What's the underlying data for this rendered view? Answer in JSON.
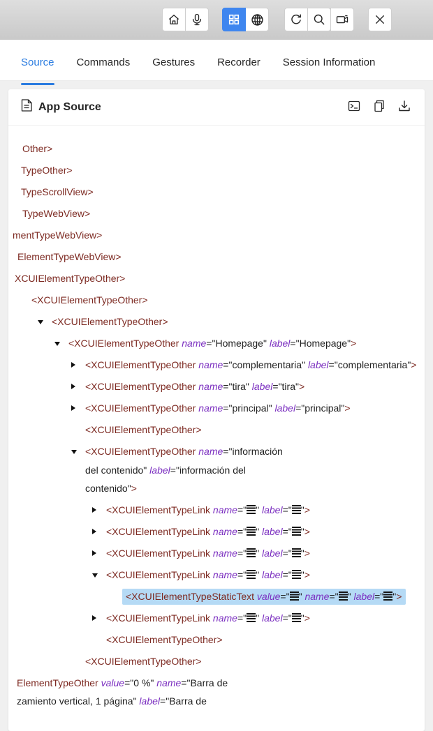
{
  "colors": {
    "accent": "#3f86ef",
    "tabblue": "#2b7ce0",
    "tag": "#7d2a22",
    "attr": "#7b2fc0",
    "highlight": "#b5daf5"
  },
  "toolbar": {
    "buttons": [
      "home",
      "microphone",
      "native-app-mode",
      "web-mode",
      "refresh",
      "search",
      "video-camera",
      "close"
    ],
    "active_button": "native-app-mode"
  },
  "tabs": {
    "items": [
      {
        "label": "Source",
        "active": true
      },
      {
        "label": "Commands",
        "active": false
      },
      {
        "label": "Gestures",
        "active": false
      },
      {
        "label": "Recorder",
        "active": false
      },
      {
        "label": "Session Information",
        "active": false
      }
    ]
  },
  "panel": {
    "title": "App Source",
    "actions": [
      "terminal",
      "copy",
      "download"
    ]
  },
  "tree": {
    "rows": [
      {
        "indent": 20,
        "lines": [
          {
            "text": "Other>"
          }
        ]
      },
      {
        "indent": 18,
        "lines": [
          {
            "text": "TypeOther>"
          }
        ]
      },
      {
        "indent": 18,
        "lines": [
          {
            "text": "TypeScrollView>"
          }
        ]
      },
      {
        "indent": 20,
        "lines": [
          {
            "text": "TypeWebView>"
          }
        ]
      },
      {
        "indent": 6,
        "lines": [
          {
            "text": "mentTypeWebView>"
          }
        ]
      },
      {
        "indent": 13,
        "lines": [
          {
            "text": "ElementTypeWebView>"
          }
        ]
      },
      {
        "indent": 9,
        "lines": [
          {
            "text": "XCUIElementTypeOther>"
          }
        ]
      },
      {
        "indent": 33,
        "lines": [
          {
            "text": "<XCUIElementTypeOther>"
          }
        ]
      },
      {
        "indent": 62,
        "caret": "down",
        "lines": [
          {
            "text": "<XCUIElementTypeOther>"
          }
        ]
      },
      {
        "indent": 86,
        "caret": "down",
        "lines": [
          {
            "text": "<XCUIElementTypeOther name=\"Homepage\" label=\"Homepage\">"
          }
        ]
      },
      {
        "indent": 110,
        "caret": "right",
        "lines": [
          {
            "text": "<XCUIElementTypeOther name=\"complementaria\" label=\"complementaria\">"
          }
        ]
      },
      {
        "indent": 110,
        "caret": "right",
        "lines": [
          {
            "text": "<XCUIElementTypeOther name=\"tira\" label=\"tira\">"
          }
        ]
      },
      {
        "indent": 110,
        "caret": "right",
        "lines": [
          {
            "text": "<XCUIElementTypeOther name=\"principal\" label=\"principal\">"
          }
        ]
      },
      {
        "indent": 110,
        "lines": [
          {
            "text": "<XCUIElementTypeOther>"
          }
        ]
      },
      {
        "indent": 110,
        "caret": "down",
        "lines": [
          {
            "text": "<XCUIElementTypeOther name=\"información"
          },
          {
            "text": "del contenido\" label=\"información del",
            "startsInQuote": true
          },
          {
            "text": "contenido\">",
            "startsInQuote": true
          }
        ]
      },
      {
        "indent": 140,
        "caret": "right",
        "lines": [
          {
            "text": "<XCUIElementTypeLink name=\"▤\" label=\"▤\">"
          }
        ]
      },
      {
        "indent": 140,
        "caret": "right",
        "lines": [
          {
            "text": "<XCUIElementTypeLink name=\"▤\" label=\"▤\">"
          }
        ]
      },
      {
        "indent": 140,
        "caret": "right",
        "lines": [
          {
            "text": "<XCUIElementTypeLink name=\"▤\" label=\"▤\">"
          }
        ]
      },
      {
        "indent": 140,
        "caret": "down",
        "lines": [
          {
            "text": "<XCUIElementTypeLink name=\"▤\" label=\"▤\">"
          }
        ]
      },
      {
        "indent": 168,
        "highlighted": true,
        "lines": [
          {
            "text": "<XCUIElementTypeStaticText value=\"▤\" name=\"▤\" label=\"▤\">"
          }
        ]
      },
      {
        "indent": 140,
        "caret": "right",
        "lines": [
          {
            "text": "<XCUIElementTypeLink name=\"▤\" label=\"▤\">"
          }
        ]
      },
      {
        "indent": 140,
        "lines": [
          {
            "text": "<XCUIElementTypeOther>"
          }
        ]
      },
      {
        "indent": 110,
        "lines": [
          {
            "text": "<XCUIElementTypeOther>"
          }
        ]
      },
      {
        "indent": 12,
        "lines": [
          {
            "text": "ElementTypeOther value=\"0 %\" name=\"Barra de"
          },
          {
            "text": "zamiento vertical, 1 página\" label=\"Barra de",
            "startsInQuote": true
          }
        ]
      }
    ]
  }
}
